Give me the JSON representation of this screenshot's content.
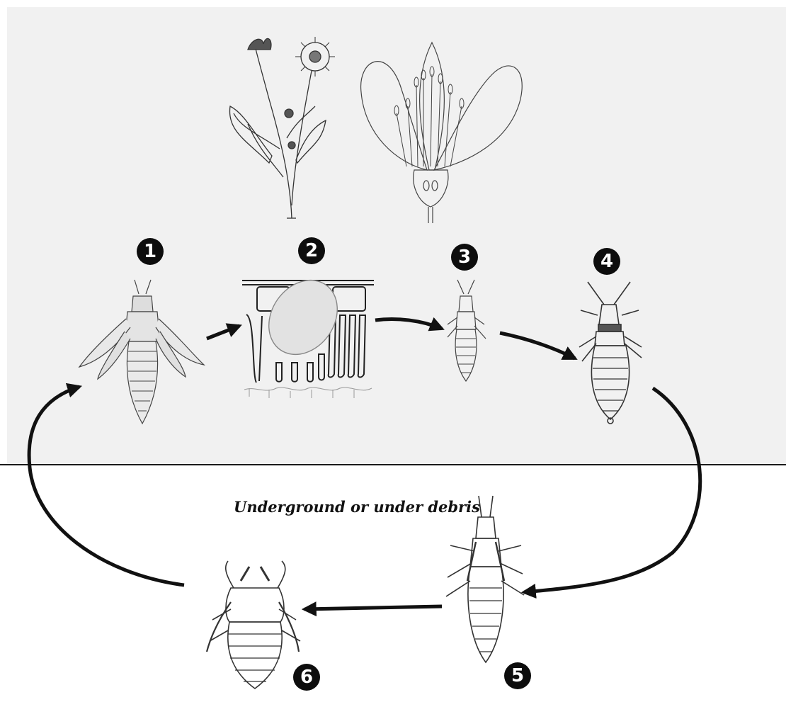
{
  "zone_label": "Underground or under debris",
  "stages": [
    {
      "number": "1"
    },
    {
      "number": "2"
    },
    {
      "number": "3"
    },
    {
      "number": "4"
    },
    {
      "number": "5"
    },
    {
      "number": "6"
    }
  ],
  "colors": {
    "above_ground_background": "#f1f1f1",
    "ink": "#111111",
    "badge": "#0d0d0d"
  }
}
